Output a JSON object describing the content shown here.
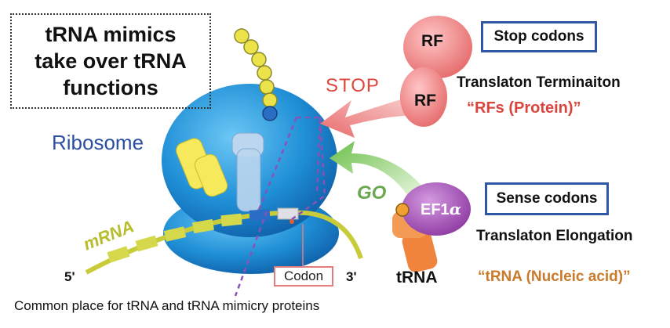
{
  "title": {
    "line1": "tRNA mimics",
    "line2": "take over tRNA",
    "line3": "functions"
  },
  "labels": {
    "ribosome": "Ribosome",
    "mrna": "mRNA",
    "five_prime": "5'",
    "three_prime": "3'",
    "codon": "Codon",
    "common_place": "Common place for tRNA and tRNA mimicry proteins",
    "stop": "STOP",
    "go": "GO",
    "rf_top": "RF",
    "rf_bottom": "RF",
    "ef1": "EF1",
    "alpha": "α",
    "trna": "tRNA"
  },
  "stop_panel": {
    "box": "Stop codons",
    "process": "Translaton Terminaiton",
    "agent": "“RFs (Protein)”"
  },
  "sense_panel": {
    "box": "Sense codons",
    "process": "Translaton Elongation",
    "agent": "“tRNA (Nucleic acid)”"
  },
  "colors": {
    "ribosome": "#1f8fd6",
    "rf": "#f08a8a",
    "ef1a": "#a24fb5",
    "trna": "#f0843c",
    "mrna": "#c8cc3a",
    "stop_text": "#e0473c",
    "go_text": "#6aa84f",
    "box_border": "#2f57a6"
  }
}
